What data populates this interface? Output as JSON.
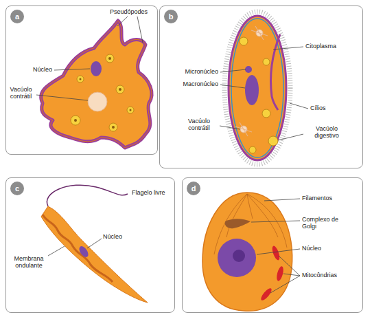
{
  "diagram": {
    "nodes": [
      {
        "text": [
          "a"
        ]
      },
      {
        "text": [
          "b"
        ]
      },
      {
        "text": [
          "c"
        ]
      },
      {
        "text": [
          "d"
        ]
      }
    ],
    "labels": [
      "Pseudópodes",
      "Núcleo",
      "Vacúolo contrátil",
      "Citoplasma",
      "Micronúcleo",
      "Macronúcleo",
      "Cílios",
      "Vacúolo contrátil",
      "Vacúolo digestivo",
      "Flagelo livre",
      "Membrana ondulante",
      "Núcleo",
      "Filamentos",
      "Complexo de Golgi",
      "Núcleo",
      "Mitocôndrias"
    ]
  }
}
